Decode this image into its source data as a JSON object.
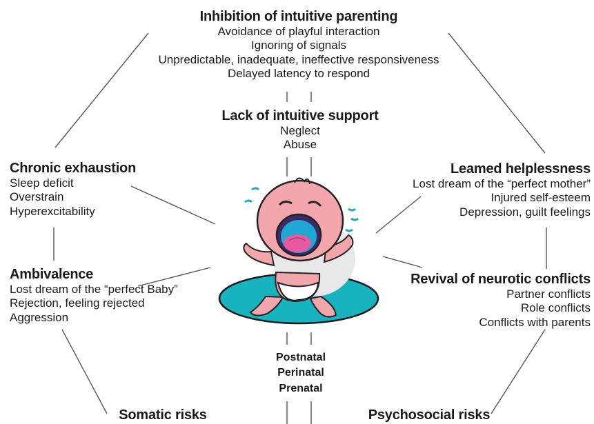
{
  "inhibition": {
    "title": "Inhibition of intuitive parenting",
    "items": [
      "Avoidance of playful interaction",
      "Ignoring of signals",
      "Unpredictable, inadequate, ineffective responsiveness",
      "Delayed latency to respond"
    ]
  },
  "lack_support": {
    "title": "Lack of intuitive support",
    "items": [
      "Neglect",
      "Abuse"
    ]
  },
  "chronic_exhaustion": {
    "title": "Chronic exhaustion",
    "items": [
      "Sleep deficit",
      "Overstrain",
      "Hyperexcitability"
    ]
  },
  "learned_helplessness": {
    "title": "Leamed helplessness",
    "items": [
      "Lost dream of the “perfect mother”",
      "Injured self-esteem",
      "Depression, guilt feelings"
    ]
  },
  "ambivalence": {
    "title": "Ambivalence",
    "items": [
      "Lost dream of the “perfect Baby”",
      "Rejection, feeling rejected",
      "Aggression"
    ]
  },
  "neurotic_conflicts": {
    "title": "Revival of neurotic conflicts",
    "items": [
      "Partner conflicts",
      "Role conflicts",
      "Conflicts with parents"
    ]
  },
  "timing": {
    "items": [
      "Postnatal",
      "Perinatal",
      "Prenatal"
    ]
  },
  "somatic": {
    "title": "Somatic risks"
  },
  "psychosocial": {
    "title": "Psychosocial risks"
  }
}
